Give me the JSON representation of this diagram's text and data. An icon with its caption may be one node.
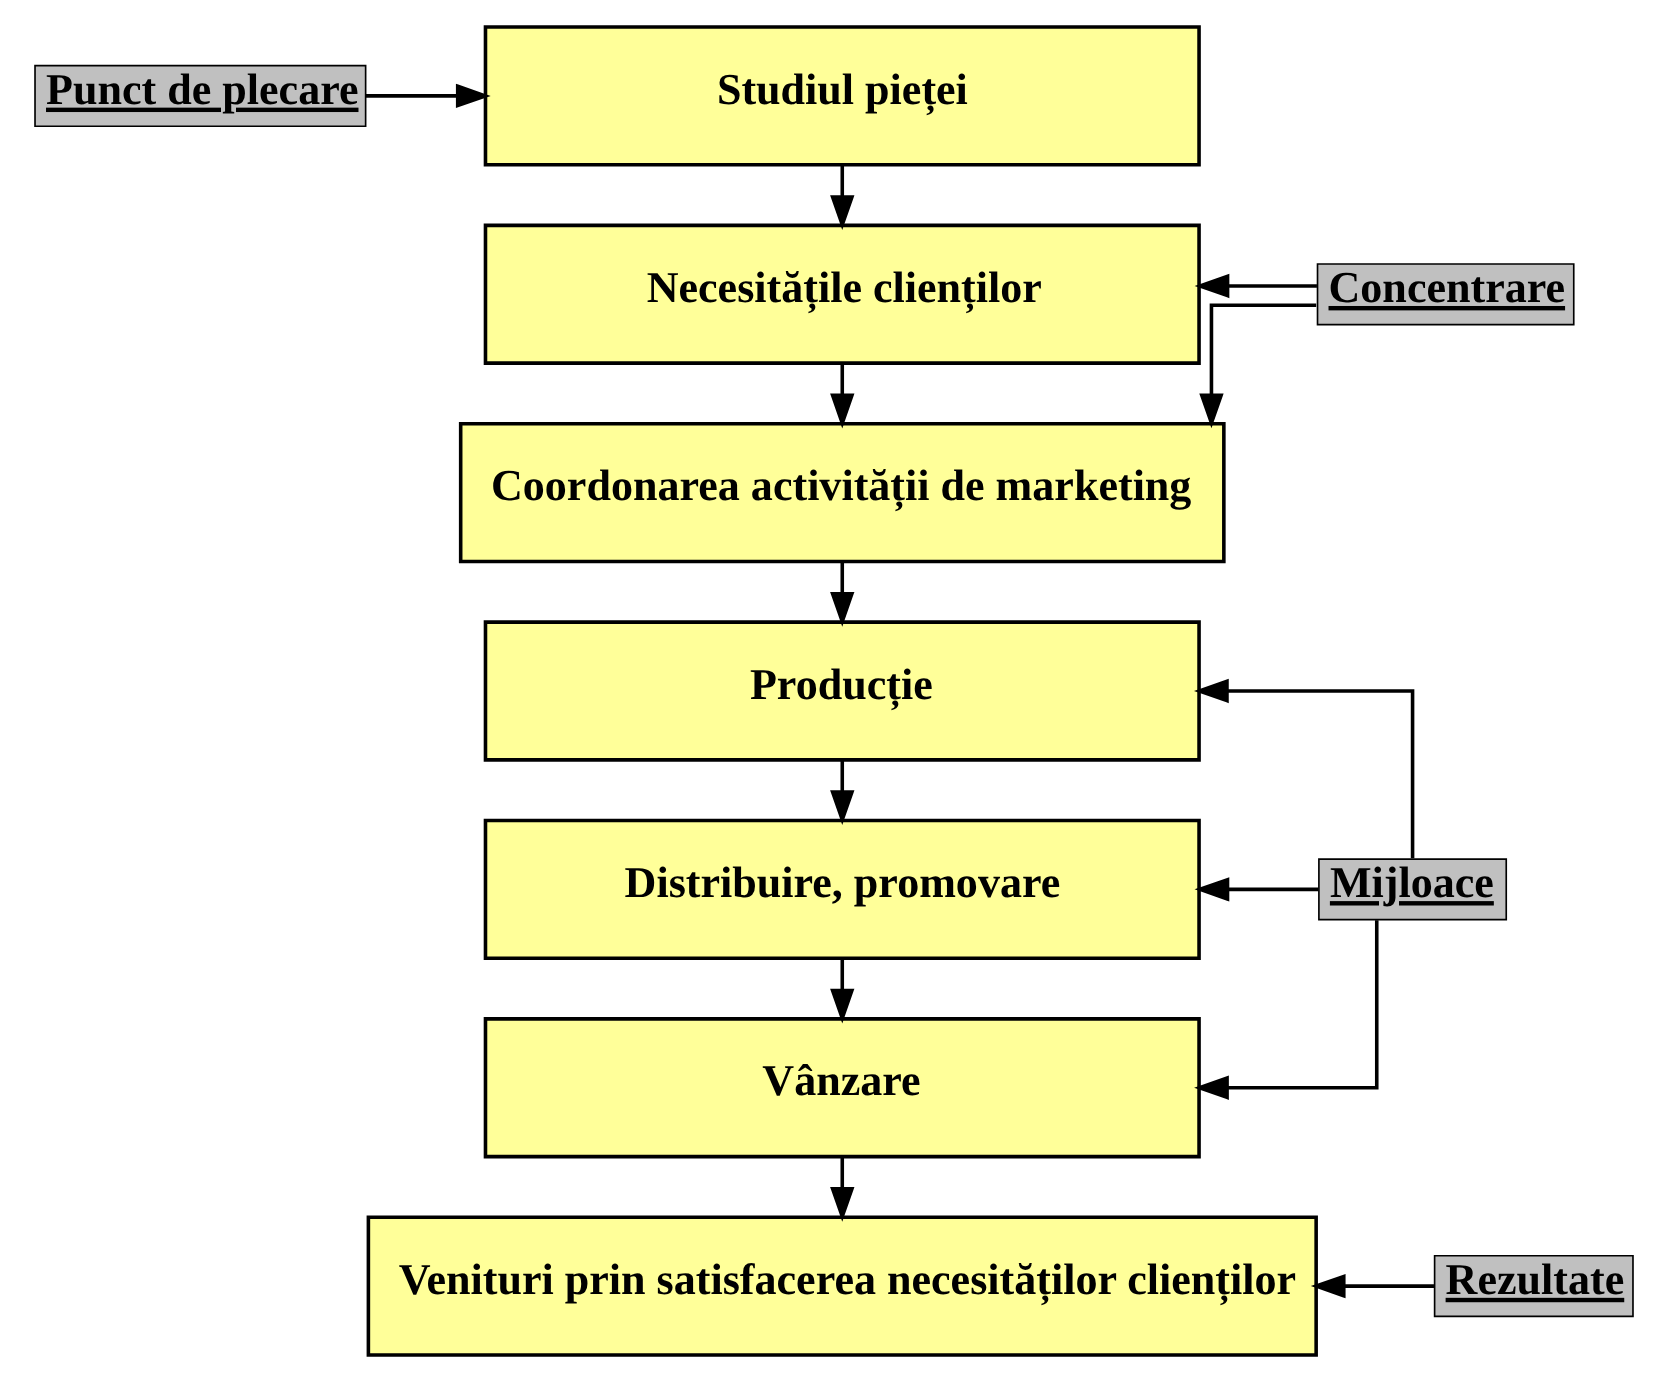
{
  "diagram": {
    "nodes": [
      {
        "text": [
          "Punct de plecare"
        ]
      },
      {
        "text": [
          "Studiul pieței"
        ]
      },
      {
        "text": [
          "Necesitățile clienților"
        ]
      },
      {
        "text": [
          "Concentrare"
        ]
      },
      {
        "text": [
          "Coordonarea activității de marketing"
        ]
      },
      {
        "text": [
          "Producție"
        ]
      },
      {
        "text": [
          "Mijloace"
        ]
      },
      {
        "text": [
          "Distribuire, promovare"
        ]
      },
      {
        "text": [
          "Vânzare"
        ]
      },
      {
        "text": [
          "Rezultate"
        ]
      },
      {
        "text": [
          "Venituri prin satisfacerea necesităților clienților"
        ]
      }
    ],
    "edges": [
      {
        "from": 0,
        "to": 1,
        "arrow": "to"
      },
      {
        "from": 1,
        "to": 2,
        "arrow": "to"
      },
      {
        "from": 3,
        "to": 2,
        "arrow": "to"
      },
      {
        "from": 3,
        "to": 4,
        "arrow": "to"
      },
      {
        "from": 2,
        "to": 4,
        "arrow": "to"
      },
      {
        "from": 4,
        "to": 5,
        "arrow": "to"
      },
      {
        "from": 6,
        "to": 5,
        "arrow": "to"
      },
      {
        "from": 6,
        "to": 7,
        "arrow": "to"
      },
      {
        "from": 6,
        "to": 8,
        "arrow": "to"
      },
      {
        "from": 5,
        "to": 7,
        "arrow": "to"
      },
      {
        "from": 7,
        "to": 8,
        "arrow": "to"
      },
      {
        "from": 8,
        "to": 10,
        "arrow": "to"
      },
      {
        "from": 9,
        "to": 10,
        "arrow": "to"
      }
    ]
  }
}
